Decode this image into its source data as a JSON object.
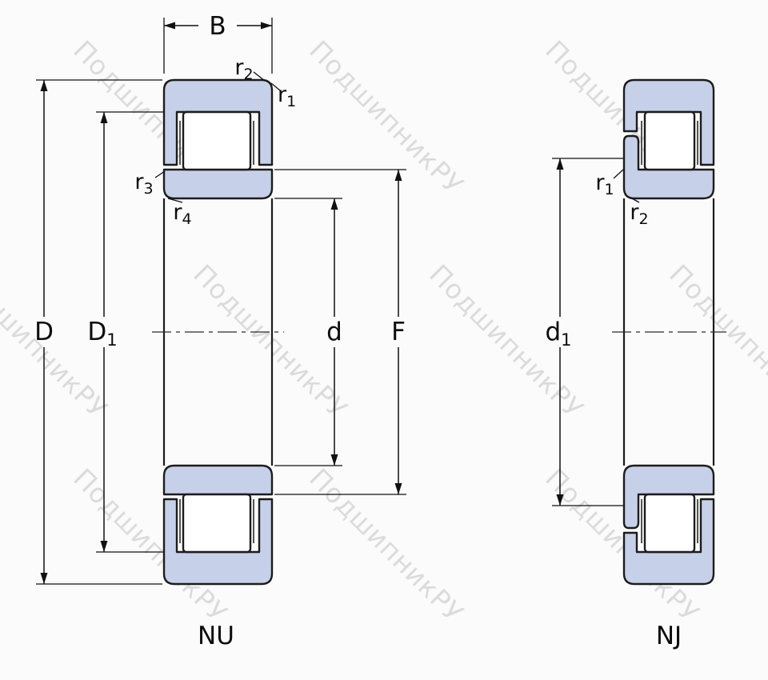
{
  "colors": {
    "ring_fill": "#c7d0e9",
    "outline": "#1c1c1c",
    "dim": "#111111",
    "watermark": "#bdbdbd",
    "background": "#fbfbfb"
  },
  "watermark": {
    "text": "ПодшипникРУ"
  },
  "labels": {
    "B": {
      "base": "B",
      "sub": ""
    },
    "D": {
      "base": "D",
      "sub": ""
    },
    "D1": {
      "base": "D",
      "sub": "1"
    },
    "d": {
      "base": "d",
      "sub": ""
    },
    "F": {
      "base": "F",
      "sub": ""
    },
    "d1": {
      "base": "d",
      "sub": "1"
    },
    "r1": {
      "base": "r",
      "sub": "1"
    },
    "r2": {
      "base": "r",
      "sub": "2"
    },
    "r3": {
      "base": "r",
      "sub": "3"
    },
    "r4": {
      "base": "r",
      "sub": "4"
    }
  },
  "views": {
    "left": {
      "name": "NU"
    },
    "right": {
      "name": "NJ"
    }
  }
}
